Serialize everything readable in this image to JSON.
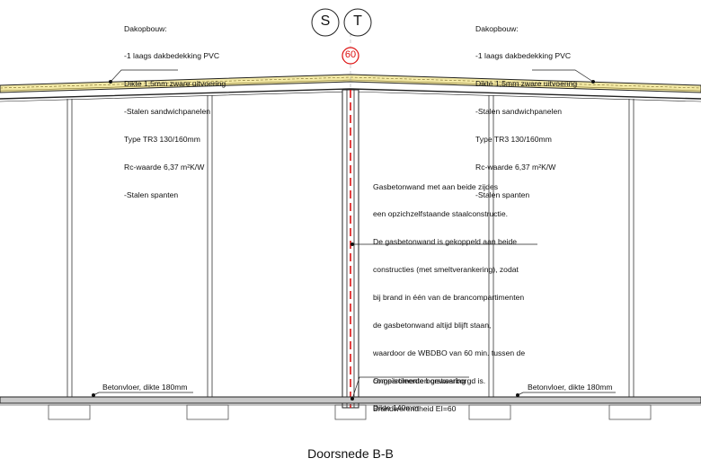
{
  "notes": {
    "roof_left": {
      "lines": [
        "Dakopbouw:",
        "-1 laags dakbedekking PVC",
        "Dikte 1,5mm zware uitvoering",
        "-Stalen sandwichpanelen",
        "Type TR3 130/160mm",
        "Rc-waarde 6,37 m²K/W",
        "-Stalen spanten"
      ]
    },
    "roof_right": {
      "lines": [
        "Dakopbouw:",
        "-1 laags dakbedekking PVC",
        "Dikte 1,5mm zware uitvoering",
        "-Stalen sandwichpanelen",
        "Type TR3 130/160mm",
        "Rc-waarde 6,37 m²K/W",
        "-Stalen spanten"
      ]
    },
    "wall": {
      "lines": [
        "Gasbetonwand met aan beide zijdes",
        "een opzichzelfstaande staalconstructie.",
        "De gasbetonwand is gekoppeld aan beide",
        "constructies (met smeltverankering), zodat",
        "bij brand in één van de brancompartimenten",
        "de gasbetonwand altijd blijft staan,",
        "waardoor de WBDBO van 60 min. tussen de",
        "compartimenten gewaarborgd is.",
        "Brandwerendheid EI=60"
      ]
    },
    "parapet": {
      "lines": [
        "Ongeïsoleerde borstwering",
        "Dikte 140mm"
      ]
    }
  },
  "floor": {
    "left_label": "Betonvloer, dikte 180mm",
    "right_label": "Betonvloer, dikte 180mm"
  },
  "markers": {
    "s": "S",
    "t": "T",
    "fire_rating": "60"
  },
  "title": "Doorsnede B-B",
  "colors": {
    "line": "#222222",
    "roof_fill": "#f4eaa6",
    "fire_red": "#dd1111",
    "floor_fill": "#c8c8c8"
  }
}
